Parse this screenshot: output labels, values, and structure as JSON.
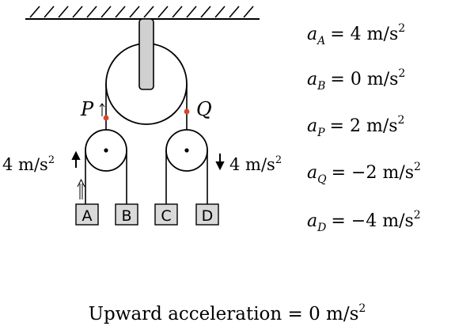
{
  "labels": {
    "point_p": "P",
    "point_q": "Q",
    "left_pulley_accel": "4 m/s",
    "right_pulley_accel": "4 m/s",
    "superscript_2": "2",
    "block_a": "A",
    "block_b": "B",
    "block_c": "C",
    "block_d": "D"
  },
  "equations": [
    {
      "var": "a",
      "sub": "A",
      "rhs": "= 4 m/s"
    },
    {
      "var": "a",
      "sub": "B",
      "rhs": "= 0 m/s"
    },
    {
      "var": "a",
      "sub": "P",
      "rhs": "= 2 m/s"
    },
    {
      "var": "a",
      "sub": "Q",
      "rhs": "= −2 m/s"
    },
    {
      "var": "a",
      "sub": "D",
      "rhs": "= −4 m/s"
    }
  ],
  "footer": {
    "text": "Upward acceleration = 0 m/s"
  },
  "colors": {
    "line": "#000000",
    "block_fill": "#d9d9d9",
    "marker": "#d9452b",
    "axle_fill": "#d0d0d0"
  }
}
